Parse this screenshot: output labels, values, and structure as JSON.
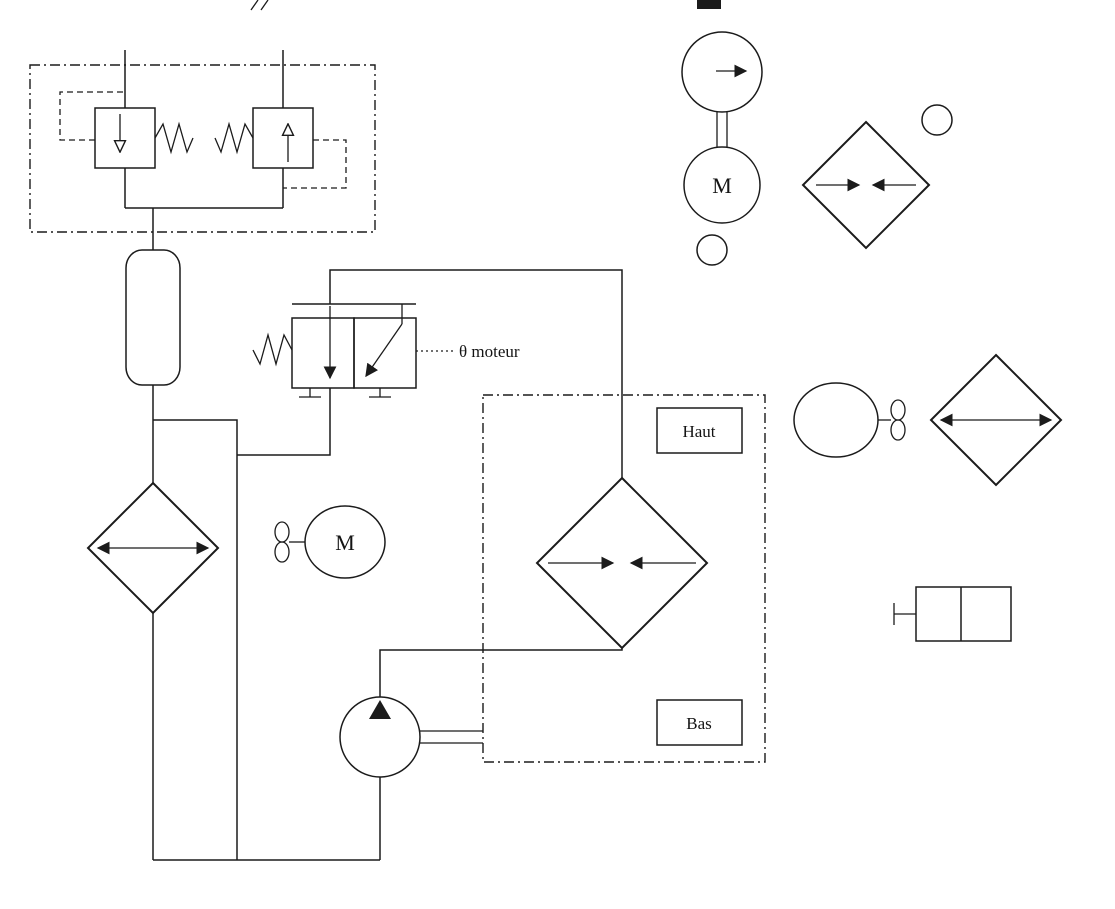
{
  "diagram": {
    "labels": {
      "motor": "M",
      "theta_moteur": "θ moteur",
      "haut": "Haut",
      "bas": "Bas"
    },
    "colors": {
      "line": "#1b1b1b",
      "background": "#ffffff"
    },
    "symbols": [
      "relief-valve-down",
      "relief-valve-up",
      "accumulator",
      "diamond-exchanger-left",
      "directional-control-valve",
      "motor-with-fan",
      "exchanger-enclosure-haut-bas",
      "diamond-exchanger-center",
      "pump",
      "compressor-circle-with-arrow",
      "motor-circle",
      "diamond-exchanger-top-right",
      "fan-coil-unit-right",
      "diamond-exchanger-right",
      "cylinder-with-piston"
    ]
  }
}
